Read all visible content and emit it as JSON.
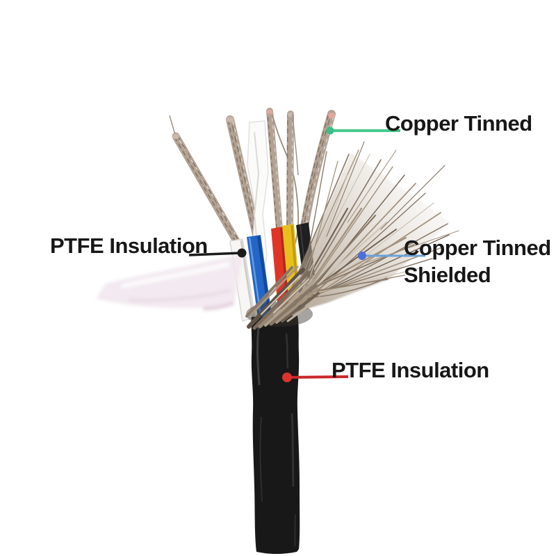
{
  "image": {
    "type": "product-photo",
    "subject": "Shielded multi-core PTFE insulated cable with stripped end exposing tinned copper conductors and braid",
    "background_color": "#ffffff"
  },
  "annotations": {
    "copper_tinned": {
      "label": "Copper Tinned",
      "line_color": "#46c88d",
      "dot_color": "#38c086"
    },
    "ptfe_insulation_left": {
      "label": "PTFE Insulation",
      "line_color": "#1b1b1b",
      "dot_color": "#1b1b1b"
    },
    "copper_tinned_shielded": {
      "label_line1": "Copper Tinned",
      "label_line2": "Shielded",
      "line_color": "#6ba1d9",
      "dot_color": "#4f6fd8"
    },
    "ptfe_insulation_bottom": {
      "label": "PTFE Insulation",
      "line_color": "#c9282a",
      "dot_color": "#dc3330"
    },
    "text_color": "#171717"
  },
  "cable": {
    "jacket_color": "#181818",
    "shield_braid_color": "#a3937f",
    "conductor_color": "#b2a294",
    "ptfe_tape_color": "#fbfbfa",
    "ptfe_film_color": "#f0e7ee",
    "cores": [
      {
        "name": "white",
        "color": "#f7f6f4"
      },
      {
        "name": "blue",
        "color": "#2166c8"
      },
      {
        "name": "red",
        "color": "#df3527"
      },
      {
        "name": "yellow",
        "color": "#e9bf1e"
      },
      {
        "name": "black",
        "color": "#1f1f1f"
      }
    ]
  }
}
